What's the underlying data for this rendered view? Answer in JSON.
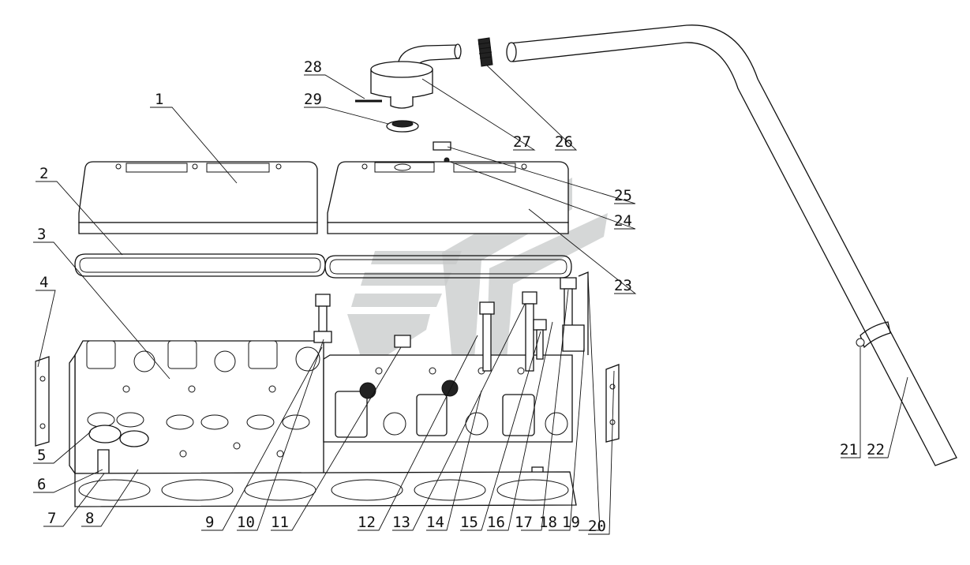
{
  "diagram": {
    "callouts": [
      {
        "n": "1"
      },
      {
        "n": "2"
      },
      {
        "n": "3"
      },
      {
        "n": "4"
      },
      {
        "n": "5"
      },
      {
        "n": "6"
      },
      {
        "n": "7"
      },
      {
        "n": "8"
      },
      {
        "n": "9"
      },
      {
        "n": "10"
      },
      {
        "n": "11"
      },
      {
        "n": "12"
      },
      {
        "n": "13"
      },
      {
        "n": "14"
      },
      {
        "n": "15"
      },
      {
        "n": "16"
      },
      {
        "n": "17"
      },
      {
        "n": "18"
      },
      {
        "n": "19"
      },
      {
        "n": "20"
      },
      {
        "n": "21"
      },
      {
        "n": "22"
      },
      {
        "n": "23"
      },
      {
        "n": "24"
      },
      {
        "n": "25"
      },
      {
        "n": "26"
      },
      {
        "n": "27"
      },
      {
        "n": "28"
      },
      {
        "n": "29"
      }
    ]
  }
}
